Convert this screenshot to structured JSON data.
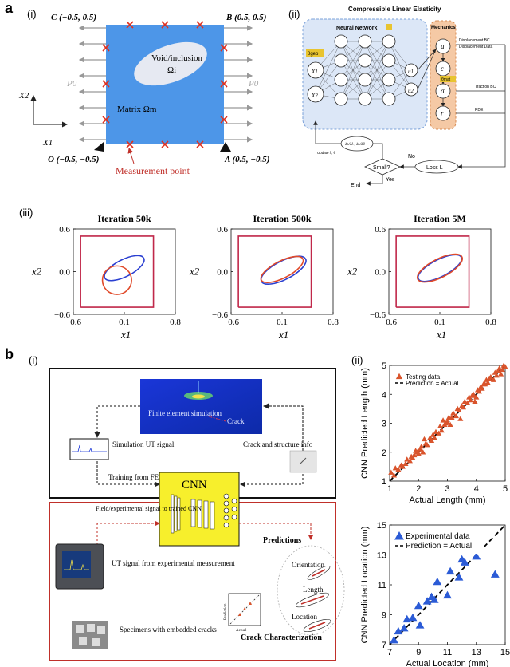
{
  "panel_a": {
    "label": "a",
    "i": {
      "label": "(i)",
      "corner_c": "C (−0.5, 0.5)",
      "corner_b": "B (0.5, 0.5)",
      "corner_o": "O (−0.5, −0.5)",
      "corner_a": "A (0.5, −0.5)",
      "void": "Void/inclusion",
      "omega_i": "Ωi",
      "matrix": "Matrix Ωm",
      "p0_left": "P0",
      "p0_right": "P0",
      "x1": "X1",
      "x2": "X2",
      "measurement": "Measurement point"
    },
    "ii": {
      "label": "(ii)",
      "title": "Compressible Linear Elasticity",
      "nn": "Neural Network",
      "mechanics": "Mechanics",
      "theta_geo": "θgeo",
      "theta_mat": "θmat",
      "in1": "X1",
      "in2": "X2",
      "out1": "u1",
      "out2": "u2",
      "m_u": "u",
      "m_eps": "ε",
      "m_sig": "σ",
      "m_r": "r",
      "disp_bc": "Displacement BC",
      "disp_data": "Displacement Data",
      "traction_bc": "Traction BC",
      "pde": "PDE",
      "loss": "Loss L",
      "small": "Small?",
      "no": "No",
      "yes": "Yes",
      "end": "End",
      "update": "Update λ, θ",
      "grad": "∂L/∂λ , ∂L/∂θ"
    },
    "iii": {
      "label": "(iii)",
      "plots": [
        {
          "title": "Iteration 50k"
        },
        {
          "title": "Iteration 500k"
        },
        {
          "title": "Iteration 5M"
        }
      ],
      "ylabel": "x2",
      "xlabel": "x1",
      "yticks": [
        "0.6",
        "0.0",
        "−0.6"
      ],
      "xticks": [
        "−0.6",
        "0.1",
        "0.8"
      ]
    }
  },
  "panel_b": {
    "label": "b",
    "i": {
      "label": "(i)",
      "fe_sim": "Finite element simulation",
      "crack": "Crack",
      "sim_ut": "Simulation UT signal",
      "crack_info": "Crack and structure info",
      "training": "Training from FEA",
      "cnn": "CNN",
      "field_signal": "Field/experimental signal to trained CNN",
      "predictions": "Predictions",
      "ut_exp": "UT signal from experimental measurement",
      "specimens": "Specimens with embedded cracks",
      "crack_char": "Crack Characterization",
      "orientation": "Orientation",
      "length": "Length",
      "location": "Location",
      "mini_actual": "Actual",
      "mini_pred": "Prediction"
    },
    "ii_label": "(ii)"
  },
  "chart_data": [
    {
      "type": "line",
      "title": "Iteration 50k",
      "xlabel": "x1",
      "ylabel": "x2",
      "xlim": [
        -0.6,
        0.8
      ],
      "ylim": [
        -0.6,
        0.6
      ],
      "series": [
        {
          "name": "Square boundary",
          "color": "#c0284a",
          "x": [
            -0.5,
            0.5,
            0.5,
            -0.5,
            -0.5
          ],
          "y": [
            -0.5,
            -0.5,
            0.5,
            0.5,
            -0.5
          ]
        },
        {
          "name": "Blue ellipse",
          "color": "#2a3fd1",
          "ellipse": {
            "cx": 0.1,
            "cy": 0.05,
            "rx": 0.3,
            "ry": 0.12,
            "angle_deg": -27
          }
        },
        {
          "name": "Red ellipse",
          "color": "#e04a2a",
          "ellipse": {
            "cx": 0.0,
            "cy": -0.12,
            "rx": 0.2,
            "ry": 0.2,
            "angle_deg": 0
          }
        }
      ]
    },
    {
      "type": "line",
      "title": "Iteration 500k",
      "xlabel": "x1",
      "ylabel": "x2",
      "xlim": [
        -0.6,
        0.8
      ],
      "ylim": [
        -0.6,
        0.6
      ],
      "series": [
        {
          "name": "Square boundary",
          "color": "#c0284a",
          "x": [
            -0.5,
            0.5,
            0.5,
            -0.5,
            -0.5
          ],
          "y": [
            -0.5,
            -0.5,
            0.5,
            0.5,
            -0.5
          ]
        },
        {
          "name": "Blue ellipse",
          "color": "#2a3fd1",
          "ellipse": {
            "cx": 0.12,
            "cy": 0.02,
            "rx": 0.34,
            "ry": 0.13,
            "angle_deg": -27
          }
        },
        {
          "name": "Red ellipse",
          "color": "#e04a2a",
          "ellipse": {
            "cx": 0.1,
            "cy": 0.03,
            "rx": 0.32,
            "ry": 0.12,
            "angle_deg": -27
          }
        }
      ]
    },
    {
      "type": "line",
      "title": "Iteration 5M",
      "xlabel": "x1",
      "ylabel": "x2",
      "xlim": [
        -0.6,
        0.8
      ],
      "ylim": [
        -0.6,
        0.6
      ],
      "series": [
        {
          "name": "Square boundary",
          "color": "#c0284a",
          "x": [
            -0.5,
            0.5,
            0.5,
            -0.5,
            -0.5
          ],
          "y": [
            -0.5,
            -0.5,
            0.5,
            0.5,
            -0.5
          ]
        },
        {
          "name": "Blue ellipse",
          "color": "#2a3fd1",
          "ellipse": {
            "cx": 0.1,
            "cy": 0.05,
            "rx": 0.33,
            "ry": 0.12,
            "angle_deg": -27
          }
        },
        {
          "name": "Red ellipse",
          "color": "#e04a2a",
          "ellipse": {
            "cx": 0.1,
            "cy": 0.05,
            "rx": 0.34,
            "ry": 0.13,
            "angle_deg": -27
          }
        }
      ]
    },
    {
      "type": "scatter",
      "xlabel": "Actual Length (mm)",
      "ylabel": "CNN Predicted Length (mm)",
      "xlim": [
        1,
        5
      ],
      "ylim": [
        1,
        5
      ],
      "xticks": [
        1,
        2,
        3,
        4,
        5
      ],
      "yticks": [
        1,
        2,
        3,
        4,
        5
      ],
      "legend": "top-left",
      "series": [
        {
          "name": "Testing data",
          "marker": "triangle",
          "color": "#d9542c",
          "x": [
            1.05,
            1.15,
            1.2,
            1.3,
            1.4,
            1.45,
            1.55,
            1.6,
            1.7,
            1.75,
            1.8,
            1.85,
            1.95,
            2.0,
            2.05,
            2.1,
            2.15,
            2.25,
            2.3,
            2.4,
            2.45,
            2.5,
            2.55,
            2.6,
            2.7,
            2.75,
            2.8,
            2.9,
            2.95,
            3.0,
            3.05,
            3.1,
            3.15,
            3.2,
            3.3,
            3.35,
            3.4,
            3.5,
            3.55,
            3.6,
            3.7,
            3.75,
            3.8,
            3.85,
            3.9,
            4.0,
            4.05,
            4.1,
            4.15,
            4.2,
            4.3,
            4.35,
            4.4,
            4.45,
            4.5,
            4.6,
            4.65,
            4.7,
            4.75,
            4.8,
            4.85,
            4.9,
            4.95,
            5.0,
            2.2,
            3.45,
            4.25,
            1.9,
            2.85,
            3.95
          ],
          "y": [
            1.3,
            1.2,
            1.45,
            1.4,
            1.55,
            1.5,
            1.6,
            1.75,
            1.7,
            1.85,
            1.8,
            1.9,
            2.0,
            1.95,
            2.1,
            2.2,
            2.0,
            2.3,
            2.25,
            2.5,
            2.4,
            2.6,
            2.5,
            2.7,
            2.65,
            2.9,
            2.75,
            2.95,
            3.0,
            3.05,
            3.2,
            2.95,
            3.2,
            3.35,
            3.25,
            3.5,
            3.45,
            3.6,
            3.55,
            3.75,
            3.7,
            3.9,
            3.8,
            3.95,
            4.0,
            3.9,
            4.15,
            4.1,
            4.25,
            4.2,
            4.35,
            4.5,
            4.4,
            4.55,
            4.6,
            4.5,
            4.75,
            4.65,
            4.8,
            4.9,
            4.7,
            4.85,
            5.0,
            4.95,
            2.45,
            3.15,
            4.35,
            2.05,
            3.1,
            3.75
          ]
        },
        {
          "name": "Prediction = Actual",
          "line": "dashed",
          "color": "#000000",
          "x": [
            1,
            5
          ],
          "y": [
            1,
            5
          ]
        }
      ]
    },
    {
      "type": "scatter",
      "xlabel": "Actual Location (mm)",
      "ylabel": "CNN Predicted Location (mm)",
      "xlim": [
        7,
        15
      ],
      "ylim": [
        7,
        15
      ],
      "xticks": [
        7,
        9,
        11,
        13,
        15
      ],
      "yticks": [
        7,
        9,
        11,
        13,
        15
      ],
      "legend": "top-left",
      "series": [
        {
          "name": "Experimental data",
          "marker": "triangle",
          "color": "#2b5bd6",
          "x": [
            7.3,
            7.6,
            8.0,
            8.2,
            8.6,
            9.0,
            9.1,
            9.6,
            9.9,
            10.1,
            10.3,
            11.0,
            11.2,
            11.8,
            12.0,
            12.2,
            13.0,
            14.3
          ],
          "y": [
            7.3,
            7.9,
            8.1,
            8.7,
            8.8,
            9.6,
            8.3,
            9.9,
            10.2,
            10.0,
            11.2,
            10.3,
            11.9,
            11.5,
            12.7,
            12.5,
            12.9,
            11.7
          ]
        },
        {
          "name": "Prediction = Actual",
          "line": "dashed",
          "color": "#000000",
          "x": [
            7,
            15
          ],
          "y": [
            7,
            15
          ]
        }
      ]
    }
  ]
}
